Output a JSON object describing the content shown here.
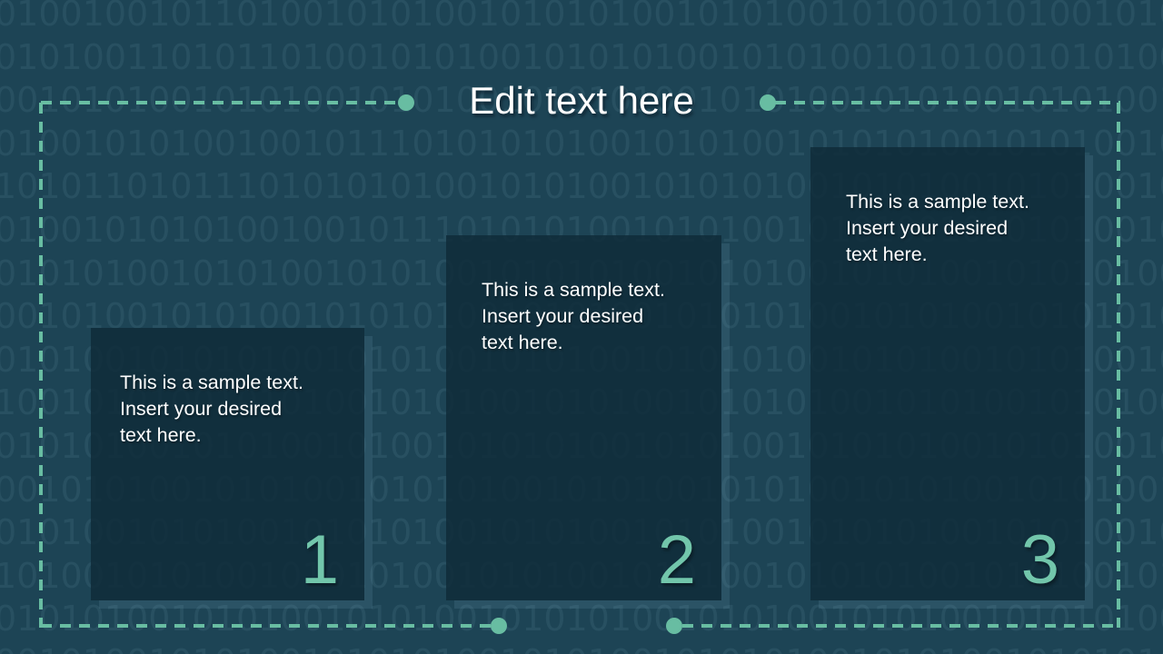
{
  "slide": {
    "title": "Edit text here"
  },
  "panels": [
    {
      "number": "1",
      "text": "This is a sample text. Insert your desired text here.",
      "lines": [
        "This is a sample text.",
        "Insert your desired",
        "text here."
      ]
    },
    {
      "number": "2",
      "text": "This is a sample text. Insert your desired text here.",
      "lines": [
        "This is a sample text.",
        "Insert your desired",
        "text here."
      ]
    },
    {
      "number": "3",
      "text": "This is a sample text. Insert your desired text here.",
      "lines": [
        "This is a sample text.",
        "Insert your desired",
        "text here."
      ]
    }
  ],
  "colors": {
    "background": "#1d4455",
    "binary_digits": "rgba(137,189,210,0.10)",
    "panel_fill": "rgba(15,43,58,0.85)",
    "panel_glow": "rgba(137,189,210,0.13)",
    "accent_teal": "#68bda2",
    "number_teal": "#72c6ab",
    "title_text": "#ffffff",
    "panel_text": "#ffffff"
  },
  "background": {
    "binary_rows": [
      "0100100101101001010100101010100101010010100101010010101",
      "0101001101011010010101001010101001010100101010010101001",
      "0010101001010100101010010101010010101001010100101010010",
      "0100101010010010111010101010010101001010101001010100101",
      "1010110101110101010100101010010101010010101001010100101",
      "0100101010100100101110101010010101001010100101010100101",
      "0101010010101001010100101010100101010010101001010101001",
      "0010100101010010101010010101001010101001010100101010100",
      "0101001010101001010100101010010101010010101001010100101",
      "1001010100101010010101001010100101010100101010010101001",
      "0101010010101001010010101010010101001010101001010100101",
      "0010101001010100101010100101010010101001010100101010010",
      "0101001010100101010100101010010101001010101001010100101",
      "1010010101001010101001010100101010010101010010101001010",
      "0101010010101001010100101010100101010010101001010101001",
      "0010100101010010101010010101001010101001010100101010100"
    ]
  }
}
